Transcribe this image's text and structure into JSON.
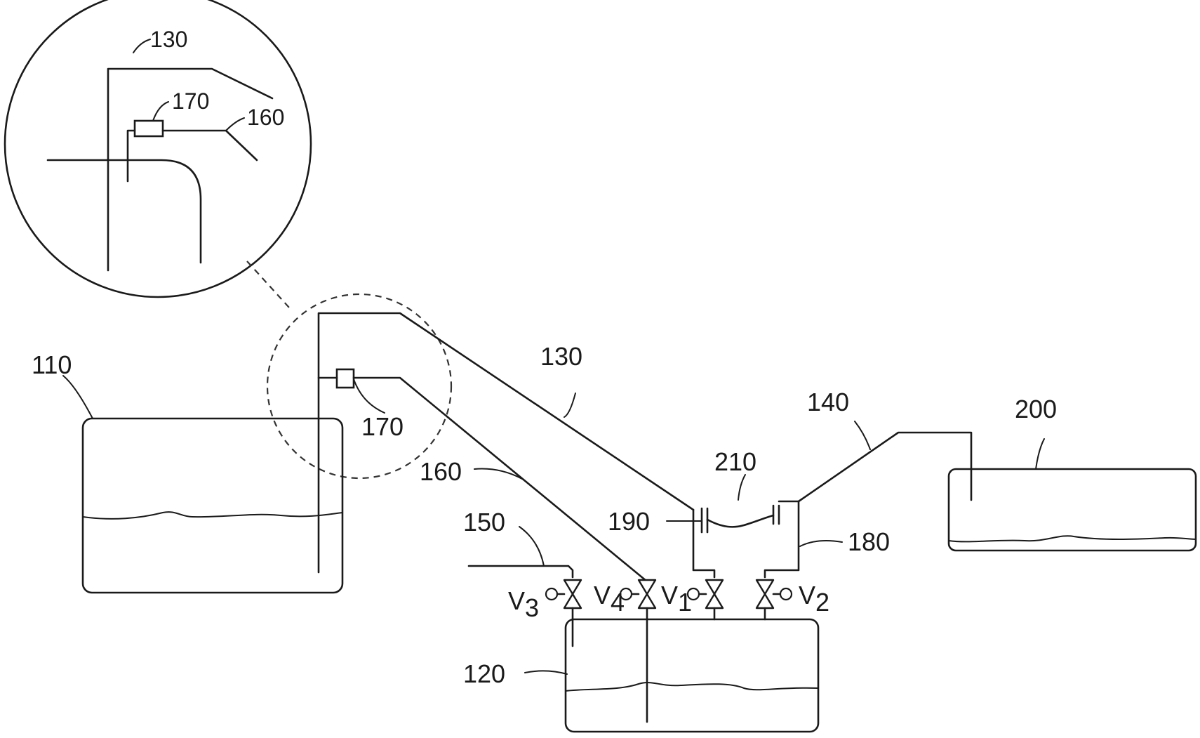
{
  "labels": {
    "tank_110": "110",
    "tank_120": "120",
    "tank_200": "200",
    "pipe_130": "130",
    "pipe_140": "140",
    "pipe_150": "150",
    "pipe_160": "160",
    "sensor_170": "170",
    "pipe_180": "180",
    "coupling_190": "190",
    "pipe_210": "210",
    "detail_130": "130",
    "detail_160": "160",
    "detail_170": "170"
  },
  "valves": {
    "v1": {
      "letter": "V",
      "index": "1"
    },
    "v2": {
      "letter": "V",
      "index": "2"
    },
    "v3": {
      "letter": "V",
      "index": "3"
    },
    "v4": {
      "letter": "V",
      "index": "4"
    }
  }
}
